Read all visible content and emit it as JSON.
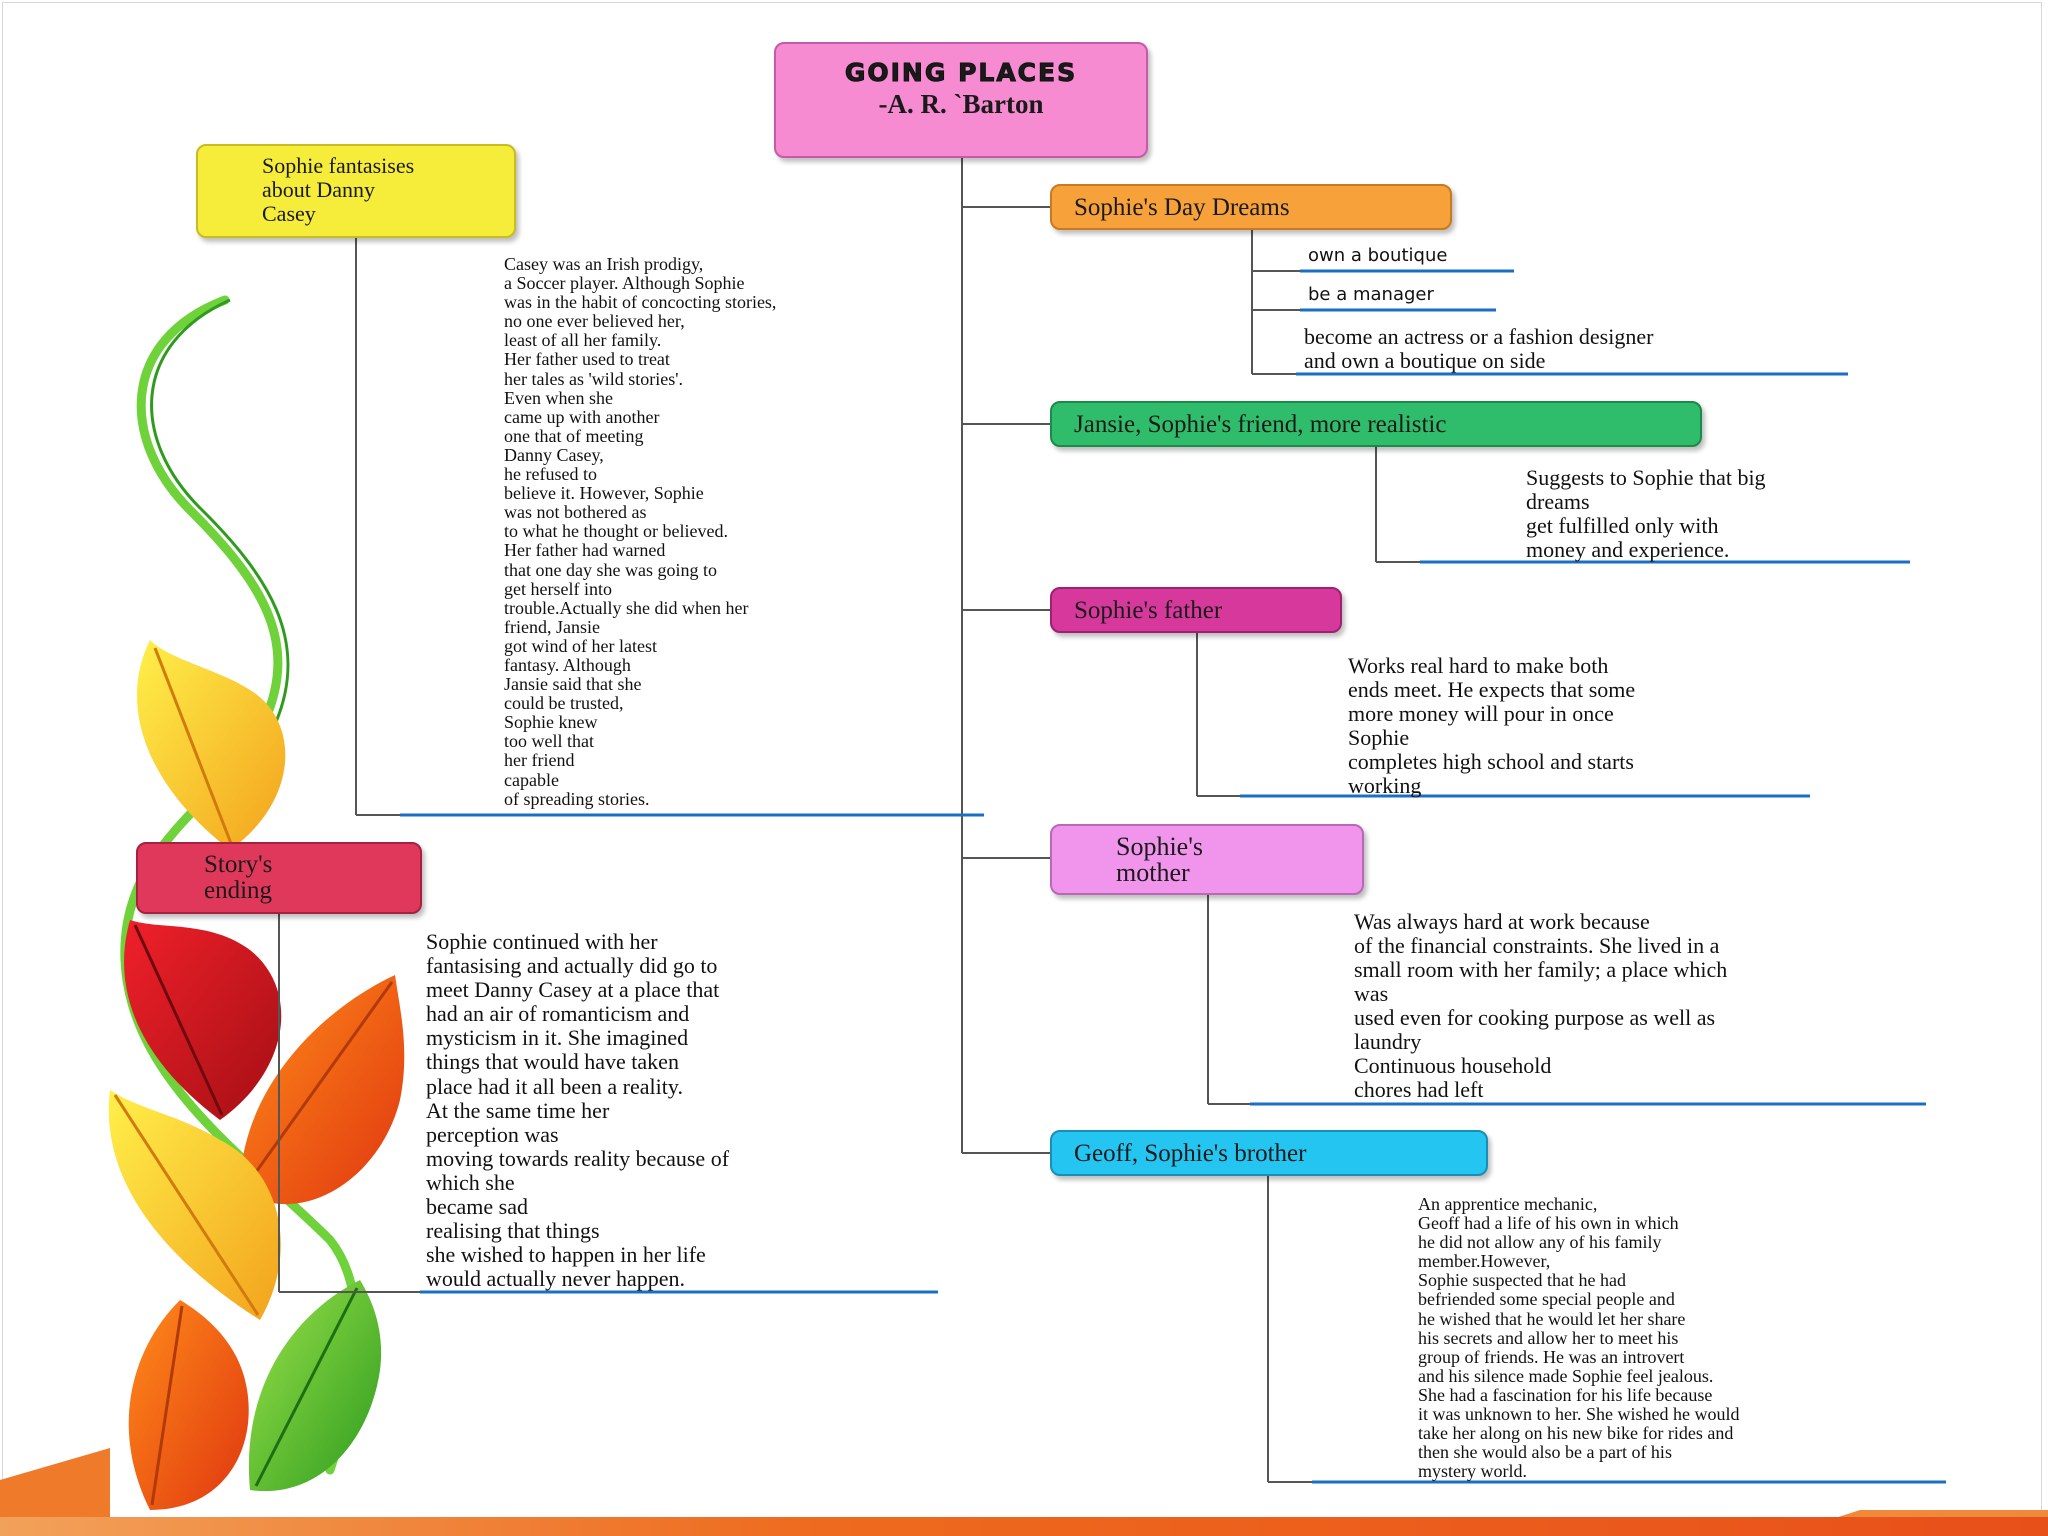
{
  "title": {
    "main": "GOING PLACES",
    "sub": "-A. R. `Barton"
  },
  "colors": {
    "title_box": "#f78bd2",
    "fantasy_box": "#f6ec3a",
    "day_dreams_box": "#f7a13b",
    "jansie_box": "#2fbd6b",
    "father_box": "#d6389c",
    "mother_box": "#f195ec",
    "geoff_box": "#25c5f2",
    "ending_box": "#e0385a",
    "underline": "#1a6fc2",
    "connector": "#555555"
  },
  "nodes": {
    "fantasy": {
      "label": "Sophie fantasises\n about Danny\nCasey",
      "text": "Casey was an Irish prodigy,\n a Soccer player. Although Sophie\nwas in the habit of concocting stories,\nno one ever believed her,\n least of all her family.\nHer father used to treat\nher tales as 'wild stories'.\n Even when she\ncame up with another\none that of meeting\n Danny Casey,\nhe refused to\nbelieve it. However, Sophie\nwas not bothered as\nto what he thought or believed.\nHer father had warned\n that one day she was going to\n get herself into\ntrouble.Actually she did when her\nfriend, Jansie\n got wind of her latest\n fantasy. Although\nJansie said that she\ncould be trusted,\nSophie knew\ntoo well that\n her friend\ncapable\nof spreading stories."
    },
    "day_dreams": {
      "label": "Sophie's Day Dreams",
      "items": [
        "own a boutique",
        "be a manager",
        "become an actress or a fashion designer\n        and own a boutique on side"
      ]
    },
    "jansie": {
      "label": "Jansie, Sophie's friend, more realistic",
      "text": "Suggests to Sophie that big\ndreams\n get fulfilled only with\nmoney and experience."
    },
    "father": {
      "label": "Sophie's father",
      "text": "Works real hard to make both\nends meet. He expects that some\n more money will pour in once\nSophie\ncompletes high school and starts\nworking"
    },
    "mother": {
      "label": "Sophie's\nmother",
      "text": "Was always hard at work because\n of the financial constraints. She lived in a\n small room with her family; a place which\nwas\nused even for cooking purpose as well as\nlaundry\nContinuous household\nchores had left"
    },
    "geoff": {
      "label": "Geoff, Sophie's brother",
      "text": "An apprentice mechanic,\nGeoff had a life of his own in which\n he did not allow any of his family\nmember.However,\n Sophie suspected that he had\nbefriended some special people and\nhe wished that he would let her share\n his secrets and allow her to meet his\ngroup of friends. He was an introvert\nand his silence made Sophie feel jealous.\nShe had a fascination for his life because\n it was unknown to her. She wished he would\ntake her along on his new bike for rides and\nthen she would also be a part of his\nmystery world."
    },
    "ending": {
      "label": "Story's\nending",
      "text": "Sophie continued with her\nfantasising and actually did go to\n meet Danny Casey at a place that\nhad an air of romanticism and\nmysticism in it. She imagined\n things that would have taken\nplace had it all been a reality.\n At the same time her\nperception was\nmoving towards reality because of\nwhich she\n became sad\n realising that things\nshe wished to happen in her life\nwould actually never happen."
    }
  }
}
